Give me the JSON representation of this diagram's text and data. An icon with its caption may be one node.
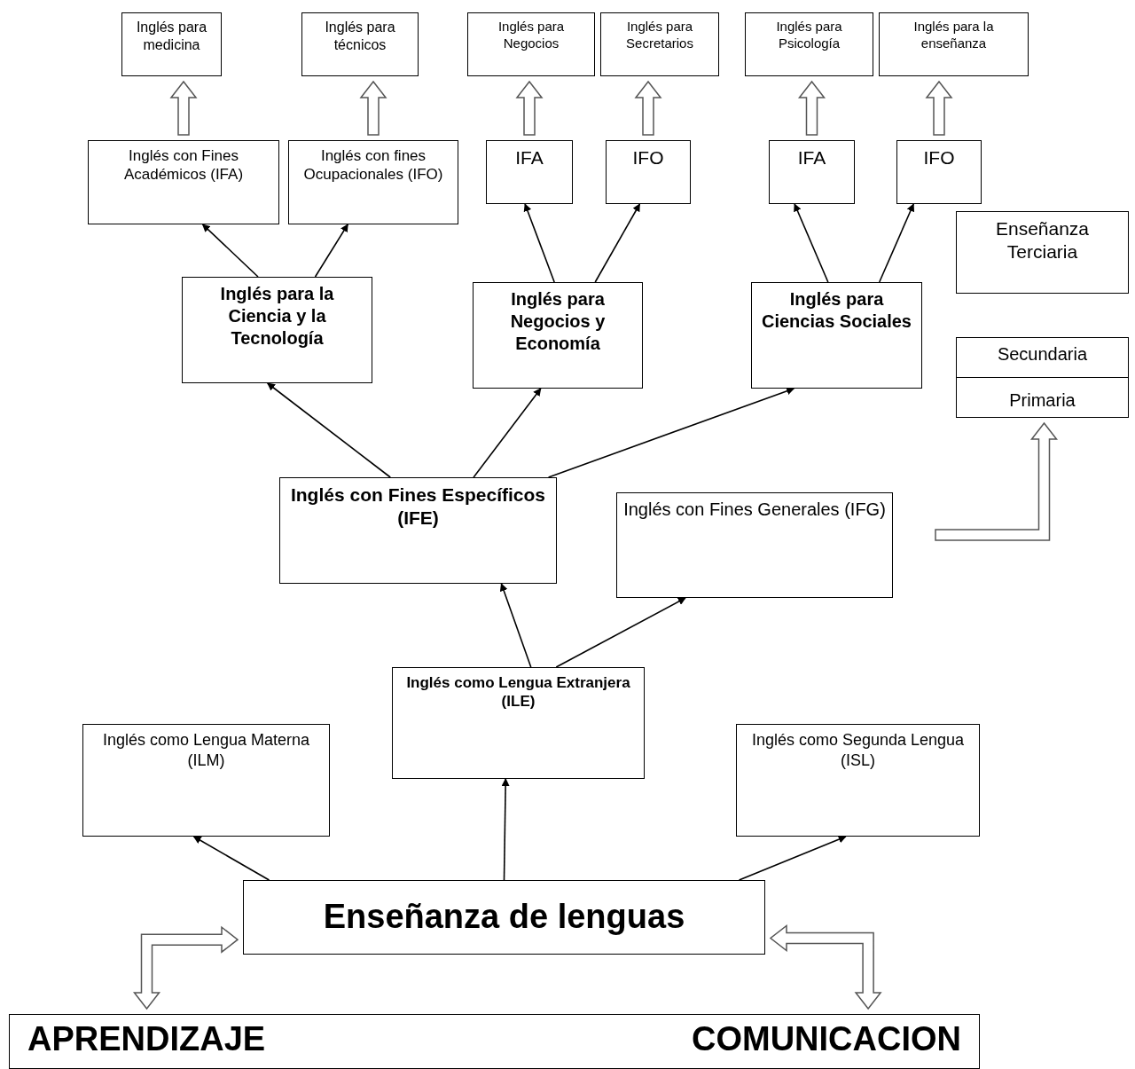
{
  "diagram": {
    "nodes": [
      {
        "text": [
          "Inglés para medicina"
        ]
      },
      {
        "text": [
          "Inglés para técnicos"
        ]
      },
      {
        "text": [
          "Inglés para Negocios"
        ]
      },
      {
        "text": [
          "Inglés para Secretarios"
        ]
      },
      {
        "text": [
          "Inglés para Psicología"
        ]
      },
      {
        "text": [
          "Inglés para la enseñanza"
        ]
      },
      {
        "text": [
          "Inglés con Fines Académicos (IFA)"
        ]
      },
      {
        "text": [
          "Inglés con fines Ocupacionales (IFO)"
        ]
      },
      {
        "text": [
          "IFA"
        ]
      },
      {
        "text": [
          "IFO"
        ]
      },
      {
        "text": [
          "IFA"
        ]
      },
      {
        "text": [
          "IFO"
        ]
      },
      {
        "text": [
          "Enseñanza Terciaria"
        ]
      },
      {
        "text": [
          "Inglés para la Ciencia y la Tecnología"
        ]
      },
      {
        "text": [
          "Inglés para Negocios y Economía"
        ]
      },
      {
        "text": [
          "Inglés para Ciencias Sociales"
        ]
      },
      {
        "text": [
          "Secundaria",
          "Primaria"
        ]
      },
      {
        "text": [
          "Inglés con Fines Específicos (IFE)"
        ]
      },
      {
        "text": [
          "Inglés con Fines Generales (IFG)"
        ]
      },
      {
        "text": [
          "Inglés como Lengua Extranjera (ILE)"
        ]
      },
      {
        "text": [
          "Inglés como Lengua Materna (ILM)"
        ]
      },
      {
        "text": [
          "Inglés como Segunda Lengua (ISL)"
        ]
      },
      {
        "text": [
          "Enseñanza de lenguas"
        ]
      },
      {
        "text": [
          "APRENDIZAJE",
          "COMUNICACION"
        ]
      }
    ],
    "edges": [
      {
        "from": 6,
        "to": 0,
        "arrow": "to",
        "style": "thick"
      },
      {
        "from": 7,
        "to": 1,
        "arrow": "to",
        "style": "thick"
      },
      {
        "from": 8,
        "to": 2,
        "arrow": "to",
        "style": "thick"
      },
      {
        "from": 9,
        "to": 3,
        "arrow": "to",
        "style": "thick"
      },
      {
        "from": 10,
        "to": 4,
        "arrow": "to",
        "style": "thick"
      },
      {
        "from": 11,
        "to": 5,
        "arrow": "to",
        "style": "thick"
      },
      {
        "from": 13,
        "to": 6,
        "arrow": "to"
      },
      {
        "from": 13,
        "to": 7,
        "arrow": "to"
      },
      {
        "from": 14,
        "to": 8,
        "arrow": "to"
      },
      {
        "from": 14,
        "to": 9,
        "arrow": "to"
      },
      {
        "from": 15,
        "to": 10,
        "arrow": "to"
      },
      {
        "from": 15,
        "to": 11,
        "arrow": "to"
      },
      {
        "from": 17,
        "to": 13,
        "arrow": "to"
      },
      {
        "from": 17,
        "to": 14,
        "arrow": "to"
      },
      {
        "from": 17,
        "to": 15,
        "arrow": "to"
      },
      {
        "from": 19,
        "to": 17,
        "arrow": "to"
      },
      {
        "from": 19,
        "to": 18,
        "arrow": "to"
      },
      {
        "from": 22,
        "to": 20,
        "arrow": "to"
      },
      {
        "from": 22,
        "to": 19,
        "arrow": "to"
      },
      {
        "from": 22,
        "to": 21,
        "arrow": "to"
      },
      {
        "from": 22,
        "to": 23,
        "arrow": "both",
        "style": "thick"
      },
      {
        "from": 22,
        "to": 23,
        "arrow": "both",
        "style": "thick"
      },
      {
        "from": null,
        "to": 16,
        "arrow": "to",
        "style": "thick"
      }
    ]
  }
}
